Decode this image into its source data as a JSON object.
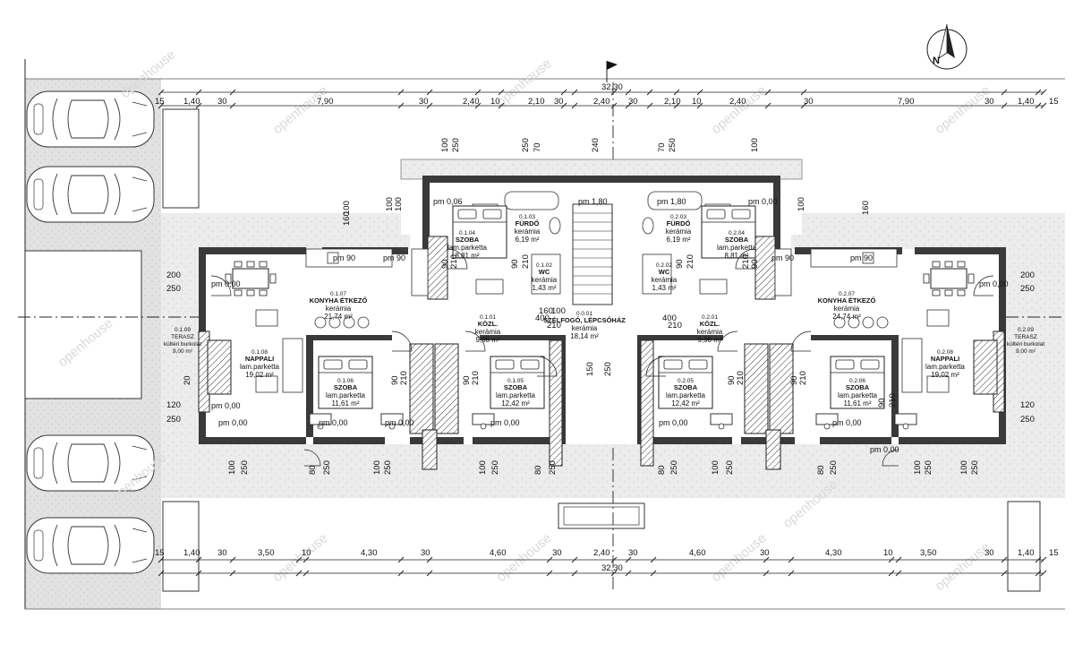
{
  "plan": {
    "overall_width_label": "32,30",
    "top_dimensions": [
      "15",
      "1,40",
      "30",
      "7,90",
      "30",
      "2,40",
      "10",
      "2,10",
      "30",
      "2,40",
      "30",
      "2,10",
      "10",
      "2,40",
      "30",
      "7,90",
      "30",
      "1,40",
      "15"
    ],
    "bottom_dimensions": [
      "15",
      "1,40",
      "30",
      "3,50",
      "10",
      "4,30",
      "30",
      "4,60",
      "30",
      "2,40",
      "30",
      "4,60",
      "30",
      "4,30",
      "10",
      "3,50",
      "30",
      "1,40",
      "15"
    ],
    "rooms": [
      {
        "id": "0.1.04",
        "name": "SZOBA",
        "material": "lam.parketta",
        "area": "8,81 m²"
      },
      {
        "id": "0.1.03",
        "name": "FÜRDŐ",
        "material": "kerámia",
        "area": "6,19 m²"
      },
      {
        "id": "0.1.02",
        "name": "WC",
        "material": "kerámia",
        "area": "1,43 m²"
      },
      {
        "id": "0.1.07",
        "name": "KONYHA ÉTKEZŐ",
        "material": "kerámia",
        "area": "21,74 m²"
      },
      {
        "id": "0.1.01",
        "name": "KÖZL.",
        "material": "kerámia",
        "area": "9,98 m²"
      },
      {
        "id": "0.1.08",
        "name": "NAPPALI",
        "material": "lam.parketta",
        "area": "19,02 m²"
      },
      {
        "id": "0.1.06",
        "name": "SZOBA",
        "material": "lam.parketta",
        "area": "11,61 m²"
      },
      {
        "id": "0.1.05",
        "name": "SZOBA",
        "material": "lam.parketta",
        "area": "12,42 m²"
      },
      {
        "id": "0.0.01",
        "name": "SZÉLFOGÓ, LÉPCSŐHÁZ",
        "material": "kerámia",
        "area": "18,14 m²"
      },
      {
        "id": "0.2.03",
        "name": "FÜRDŐ",
        "material": "kerámia",
        "area": "6,19 m²"
      },
      {
        "id": "0.2.04",
        "name": "SZOBA",
        "material": "lam.parketta",
        "area": "8,81 m²"
      },
      {
        "id": "0.2.02",
        "name": "WC",
        "material": "kerámia",
        "area": "1,43 m²"
      },
      {
        "id": "0.2.07",
        "name": "KONYHA ÉTKEZŐ",
        "material": "kerámia",
        "area": "24,74 m²"
      },
      {
        "id": "0.2.01",
        "name": "KÖZL.",
        "material": "kerámia",
        "area": "9,98 m²"
      },
      {
        "id": "0.2.05",
        "name": "SZOBA",
        "material": "lam.parketta",
        "area": "12,42 m²"
      },
      {
        "id": "0.2.06",
        "name": "SZOBA",
        "material": "lam.parketta",
        "area": "11,61 m²"
      },
      {
        "id": "0.2.08",
        "name": "NAPPALI",
        "material": "lam.parketta",
        "area": "19,02 m²"
      }
    ],
    "terraces": [
      {
        "id": "0.1.09",
        "name": "TERASZ",
        "material": "kültéri burkolat",
        "area": "9,00 m²"
      },
      {
        "id": "0.2.09",
        "name": "TERASZ",
        "material": "kültéri burkolat",
        "area": "9,00 m²"
      }
    ],
    "levels": [
      "pm 0,06",
      "pm 1,80",
      "pm 1,80",
      "pm 1,80",
      "pm 0,00",
      "pm 90",
      "pm 90",
      "pm 90",
      "pm 90",
      "pm 0,00",
      "pm 0,00",
      "pm 0,00",
      "pm 0,00",
      "pm 0,00",
      "pm 0,00",
      "pm 0,00",
      "pm 0,00",
      "pm 0,00",
      "pm 0,00"
    ],
    "side_dimensions": [
      "200",
      "250",
      "120",
      "250",
      "200",
      "250",
      "120",
      "250"
    ],
    "misc_dimensions": [
      "100",
      "250",
      "250",
      "70",
      "240",
      "70",
      "250",
      "100",
      "100",
      "160",
      "160",
      "100",
      "100",
      "100",
      "90",
      "210",
      "90",
      "210",
      "90",
      "210",
      "90",
      "210",
      "160",
      "100",
      "400",
      "210",
      "400",
      "210",
      "150",
      "250",
      "90",
      "210",
      "90",
      "210",
      "90",
      "210",
      "90",
      "210",
      "90",
      "210",
      "100",
      "250",
      "100",
      "250",
      "80",
      "250",
      "100",
      "250",
      "80",
      "250",
      "80",
      "250",
      "100",
      "250",
      "80",
      "250",
      "100",
      "250",
      "100",
      "250",
      "20"
    ],
    "watermark": "openhouse"
  }
}
